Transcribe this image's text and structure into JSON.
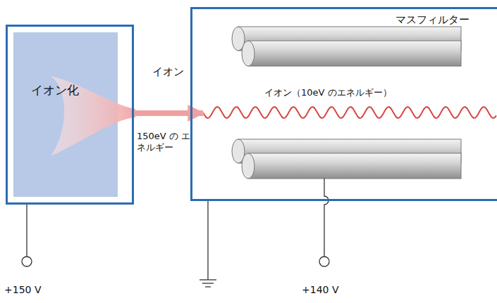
{
  "diagram": {
    "nodes": [
      {
        "text": [
          "イオン化"
        ]
      },
      {
        "text": [
          "マスフィルター"
        ]
      }
    ],
    "edges": [
      {
        "from": 0,
        "to": 1,
        "arrow": "to",
        "label": "イオン"
      }
    ],
    "labels": [
      "150eV の エネルギー",
      "イオン（10eV のエネルギー）",
      "+150 V",
      "+140 V"
    ]
  }
}
